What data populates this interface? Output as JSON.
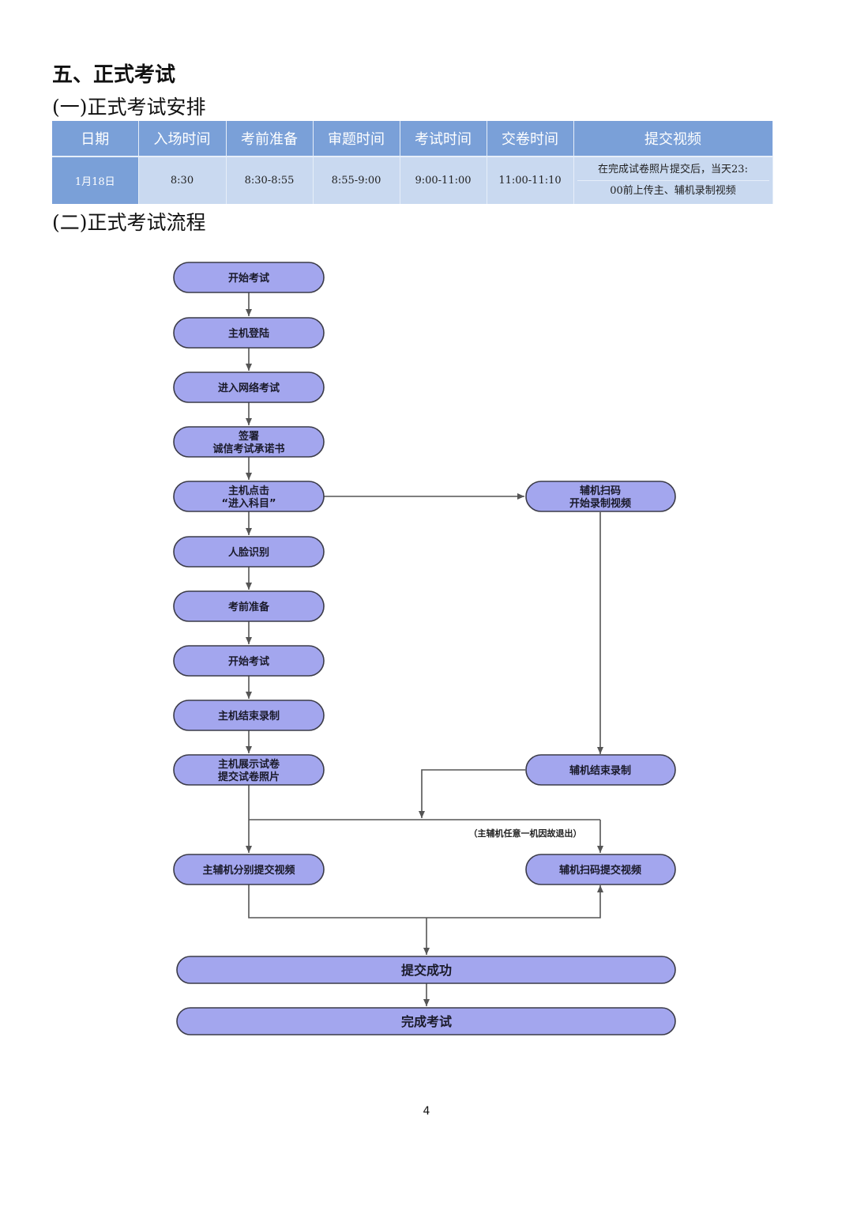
{
  "section_title": "五、正式考试",
  "sub1_title": "(一)正式考试安排",
  "sub2_title": "(二)正式考试流程",
  "schedule": {
    "headers": [
      "日期",
      "入场时间",
      "考前准备",
      "审题时间",
      "考试时间",
      "交卷时间",
      "提交视频"
    ],
    "row": {
      "date": "1月18日",
      "entry": "8:30",
      "prep": "8:30-8:55",
      "review": "8:55-9:00",
      "exam": "9:00-11:00",
      "submit": "11:00-11:10",
      "video_line1": "在完成试卷照片提交后，当天23:",
      "video_line2": "00前上传主、辅机录制视频"
    }
  },
  "flow": {
    "nodes": {
      "start": "开始考试",
      "login": "主机登陆",
      "enter_net": "进入网络考试",
      "sign_l1": "签署",
      "sign_l2": "诚信考试承诺书",
      "click_l1": "主机点击",
      "click_l2": "“进入科目”",
      "face": "人脸识别",
      "prep": "考前准备",
      "start2": "开始考试",
      "end_rec": "主机结束录制",
      "show_l1": "主机展示试卷",
      "show_l2": "提交试卷照片",
      "submit_both": "主辅机分别提交视频",
      "aux_scan_l1": "辅机扫码",
      "aux_scan_l2": "开始录制视频",
      "aux_end": "辅机结束录制",
      "aux_submit": "辅机扫码提交视频",
      "success": "提交成功",
      "done": "完成考试"
    },
    "note": "（主辅机任意一机因故退出）"
  },
  "page_number": "4",
  "colors": {
    "header_blue": "#7aa0d8",
    "cell_blue": "#c9d9f0",
    "node_fill": "#a3a6ee"
  }
}
